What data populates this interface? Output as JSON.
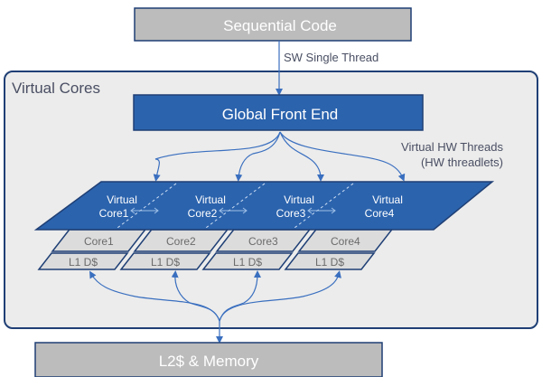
{
  "diagram": {
    "sequential_code": "Sequential Code",
    "sw_single_thread": "SW Single Thread",
    "container_title": "Virtual Cores",
    "global_front_end": "Global Front End",
    "virtual_hw_threads": [
      "Virtual HW Threads",
      "(HW threadlets)"
    ],
    "virtual_cores": [
      {
        "line1": "Virtual",
        "line2": "Core1"
      },
      {
        "line1": "Virtual",
        "line2": "Core2"
      },
      {
        "line1": "Virtual",
        "line2": "Core3"
      },
      {
        "line1": "Virtual",
        "line2": "Core4"
      }
    ],
    "cores": [
      "Core1",
      "Core2",
      "Core3",
      "Core4"
    ],
    "l1_caches": [
      "L1 D$",
      "L1 D$",
      "L1 D$",
      "L1 D$"
    ],
    "memory": "L2$ & Memory"
  },
  "colors": {
    "blue": "#2b63ad",
    "dark_border": "#1f3f75",
    "gray_box": "#bcbcbc",
    "light_gray": "#dcdcdc",
    "panel": "#ececec",
    "arrow": "#3a6fbf",
    "label_text": "#4a4f63"
  }
}
